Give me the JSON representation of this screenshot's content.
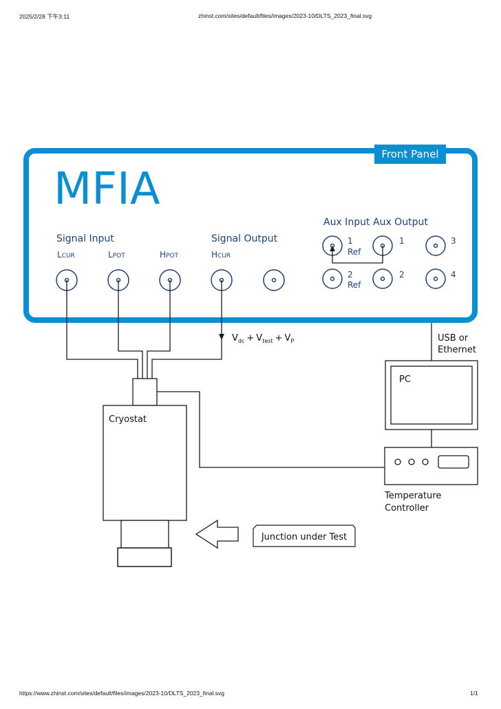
{
  "print_header": {
    "datetime": "2025/2/28 下午3:11",
    "url_title": "zhinst.com/sites/default/files/images/2023-10/DLTS_2023_final.svg"
  },
  "print_footer": {
    "url": "https://www.zhinst.com/sites/default/files/images/2023-10/DLTS_2023_final.svg",
    "page": "1/1"
  },
  "panel": {
    "tab_label": "Front Panel",
    "brand": "MFIA",
    "signal_input_label": "Signal Input",
    "signal_output_label": "Signal Output",
    "aux_input_label": "Aux Input",
    "aux_output_label": "Aux Output",
    "connectors": {
      "lcur": {
        "main": "L",
        "sub": "CUR"
      },
      "lpot": {
        "main": "L",
        "sub": "POT"
      },
      "hpot": {
        "main": "H",
        "sub": "POT"
      },
      "hcur": {
        "main": "H",
        "sub": "CUR"
      }
    },
    "aux_in_1": "1",
    "aux_in_1_ref": "Ref",
    "aux_in_2": "2",
    "aux_in_2_ref": "Ref",
    "aux_out_1": "1",
    "aux_out_2": "2",
    "extra_3": "3",
    "extra_4": "4"
  },
  "voltage": {
    "v1": "V",
    "v1_sub": "dc",
    "plus1": "+",
    "v2": "V",
    "v2_sub": "test",
    "plus2": "+",
    "v3": "V",
    "v3_sub": "P"
  },
  "usb_label_line1": "USB or",
  "usb_label_line2": "Ethernet",
  "pc_label": "PC",
  "cryostat_label": "Cryostat",
  "temp_label_line1": "Temperature",
  "temp_label_line2": "Controller",
  "junction_label": "Junction under Test",
  "colors": {
    "panel_blue": "#0a8fd3",
    "label_navy": "#1f3f78"
  }
}
